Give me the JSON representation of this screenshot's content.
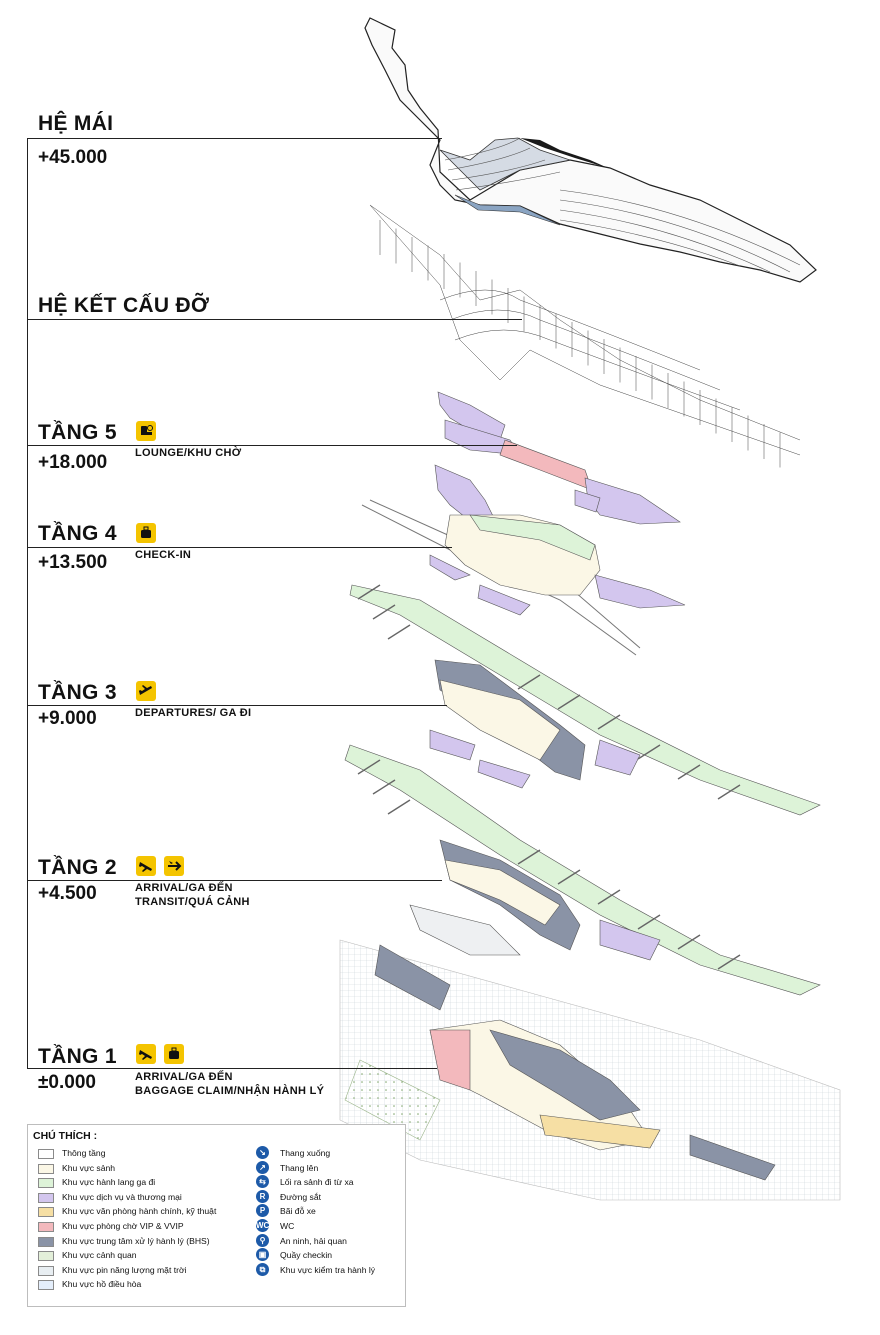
{
  "levels": [
    {
      "title": "HỆ MÁI",
      "elevation": "+45.000",
      "desc": []
    },
    {
      "title": "HỆ KẾT CẤU ĐỠ",
      "elevation": "",
      "desc": []
    },
    {
      "title": "TẦNG 5",
      "elevation": "+18.000",
      "desc": [
        "LOUNGE/KHU CHỜ"
      ],
      "icons": [
        "lounge-seat-icon"
      ]
    },
    {
      "title": "TẦNG 4",
      "elevation": "+13.500",
      "desc": [
        "CHECK-IN"
      ],
      "icons": [
        "luggage-icon"
      ]
    },
    {
      "title": "TẦNG 3",
      "elevation": "+9.000",
      "desc": [
        "DEPARTURES/ GA ĐI"
      ],
      "icons": [
        "plane-departure-icon"
      ]
    },
    {
      "title": "TẦNG 2",
      "elevation": "+4.500",
      "desc": [
        "ARRIVAL/GA ĐẾN",
        "TRANSIT/QUÁ CẢNH"
      ],
      "icons": [
        "plane-arrival-icon",
        "plane-transit-icon"
      ]
    },
    {
      "title": "TẦNG 1",
      "elevation": "±0.000",
      "desc": [
        "ARRIVAL/GA ĐẾN",
        "BAGGAGE CLAIM/NHẬN HÀNH LÝ"
      ],
      "icons": [
        "plane-arrival-icon",
        "luggage-icon"
      ]
    }
  ],
  "legend": {
    "title": "CHÚ THÍCH :",
    "zones": [
      {
        "label": "Thông tầng",
        "color": "#ffffff"
      },
      {
        "label": "Khu vực sảnh",
        "color": "#fbf7e6"
      },
      {
        "label": "Khu vực hành lang ga đi",
        "color": "#ddf3d8"
      },
      {
        "label": "Khu vực dịch vụ và thương mại",
        "color": "#d3c6ee"
      },
      {
        "label": "Khu vực văn phòng hành chính, kỹ thuật",
        "color": "#f6dfa4"
      },
      {
        "label": "Khu vực phòng chờ VIP & VVIP",
        "color": "#f3b9bd"
      },
      {
        "label": "Khu vực trung tâm xử lý hành lý (BHS)",
        "color": "#8a93a6"
      },
      {
        "label": "Khu vực cảnh quan",
        "color": "#e3efd9"
      },
      {
        "label": "Khu vực pin năng lượng mặt trời",
        "color": "#e8eef2"
      },
      {
        "label": "Khu vực hồ điều hòa",
        "color": "#e4eefb"
      }
    ],
    "symbols": [
      {
        "label": "Thang xuống",
        "icon": "escalator-down-icon",
        "glyph": "↘"
      },
      {
        "label": "Thang lên",
        "icon": "escalator-up-icon",
        "glyph": "↗"
      },
      {
        "label": "Lối ra sảnh đi từ xa",
        "icon": "remote-exit-icon",
        "glyph": "⇆"
      },
      {
        "label": "Đường sắt",
        "icon": "railway-icon",
        "glyph": "R"
      },
      {
        "label": "Bãi đỗ xe",
        "icon": "parking-icon",
        "glyph": "P"
      },
      {
        "label": "WC",
        "icon": "wc-icon",
        "glyph": "WC"
      },
      {
        "label": "An ninh, hải quan",
        "icon": "security-icon",
        "glyph": "⚲"
      },
      {
        "label": "Quầy checkin",
        "icon": "checkin-counter-icon",
        "glyph": "▣"
      },
      {
        "label": "Khu vực kiểm tra hành lý",
        "icon": "baggage-check-icon",
        "glyph": "⧉"
      }
    ]
  },
  "colors": {
    "accent": "#f4c400",
    "symbol": "#1d5aa8",
    "bhs": "#8a93a6",
    "corridor": "#ddf3d8",
    "service": "#d3c6ee",
    "vip": "#f3b9bd",
    "office": "#f6dfa4",
    "lobby": "#fbf7e6"
  }
}
